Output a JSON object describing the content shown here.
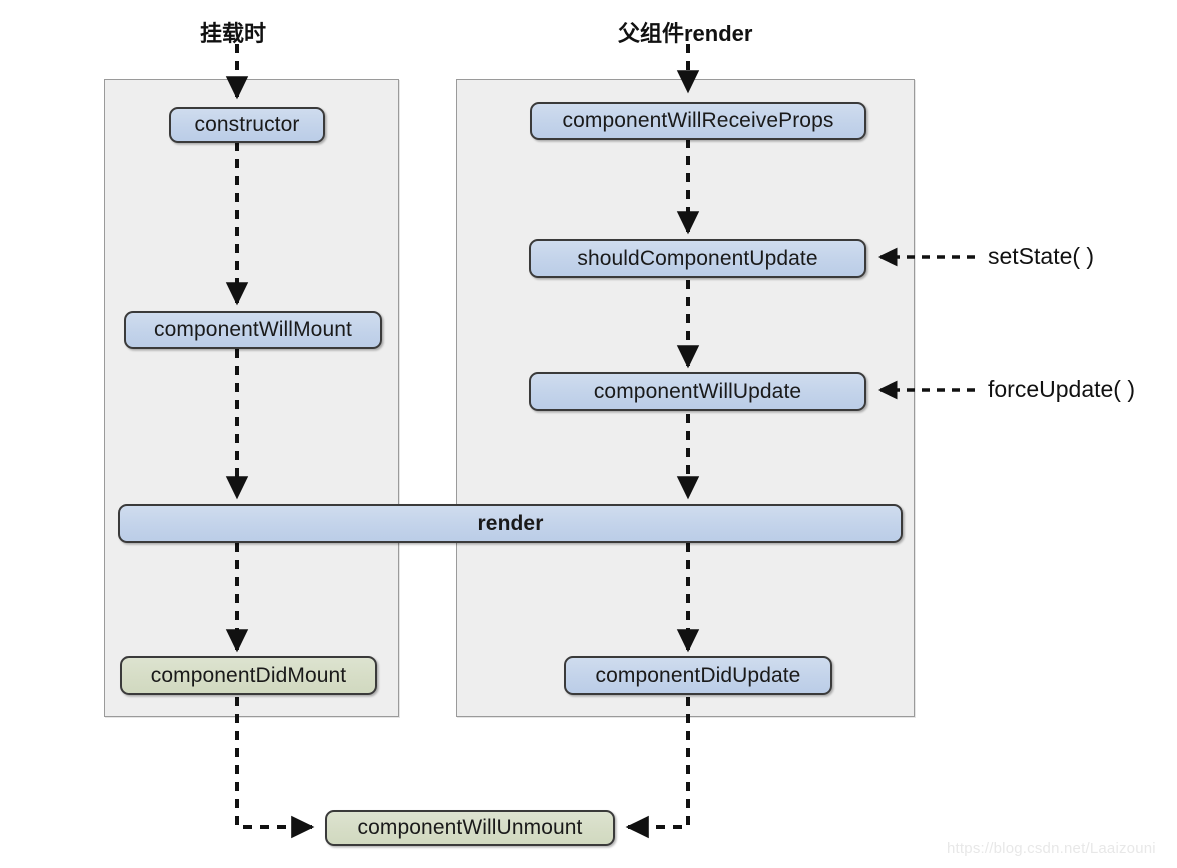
{
  "diagram": {
    "title_mount": "挂载时",
    "title_update": "父组件render",
    "watermark": "https://blog.csdn.net/Laaizouni",
    "colors": {
      "blue_fill": "#c3d3ea",
      "green_fill": "#d6ddc6",
      "node_border": "#3a3a3a",
      "panel_bg": "#eeeeee",
      "panel_border": "#9a9a9a",
      "arrow": "#111111"
    }
  },
  "mount_column": {
    "header": "挂载时",
    "nodes": [
      {
        "label": "constructor",
        "color": "blue"
      },
      {
        "label": "componentWillMount",
        "color": "blue"
      },
      {
        "label": "componentDidMount",
        "color": "green"
      }
    ]
  },
  "update_column": {
    "header": "父组件render",
    "nodes": [
      {
        "label": "componentWillReceiveProps",
        "color": "blue"
      },
      {
        "label": "shouldComponentUpdate",
        "color": "blue"
      },
      {
        "label": "componentWillUpdate",
        "color": "blue"
      },
      {
        "label": "componentDidUpdate",
        "color": "blue"
      }
    ]
  },
  "shared": {
    "render_node": {
      "label": "render",
      "color": "blue"
    },
    "unmount_node": {
      "label": "componentWillUnmount",
      "color": "green"
    }
  },
  "triggers": [
    {
      "label": "setState( )",
      "target": "shouldComponentUpdate"
    },
    {
      "label": "forceUpdate( )",
      "target": "componentWillUpdate"
    }
  ]
}
